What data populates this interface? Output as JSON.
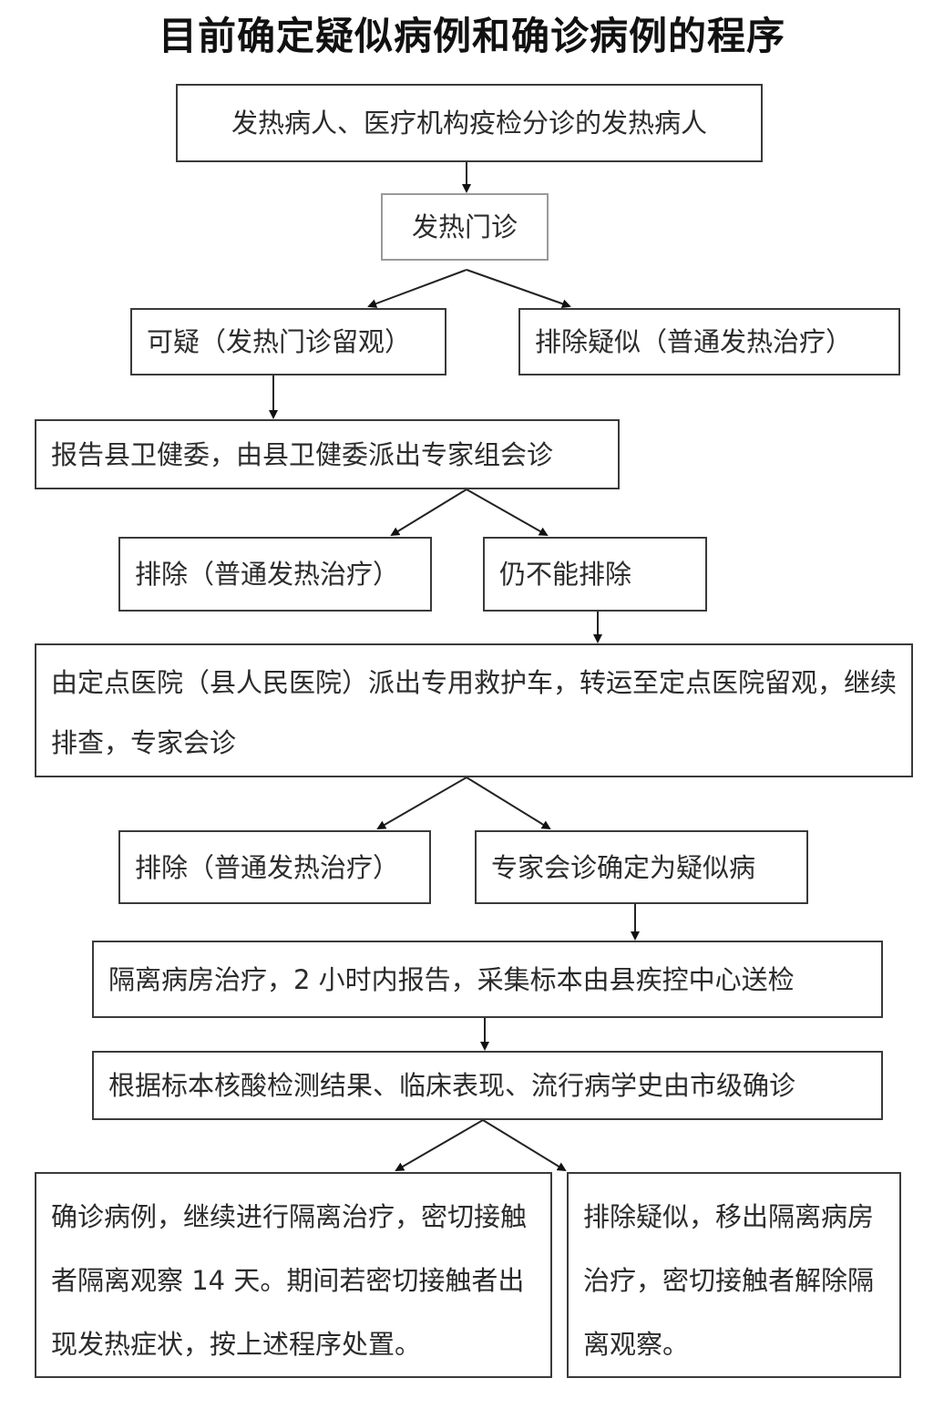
{
  "title": "目前确定疑似病例和确诊病例的程序",
  "nodes": {
    "fever_patients": "发热病人、医疗机构疫检分诊的发热病人",
    "fever_clinic": "发热门诊",
    "suspicious": "可疑（发热门诊留观）",
    "exclude_suspected_1": "排除疑似（普通发热治疗）",
    "report_county": "报告县卫健委，由县卫健委派出专家组会诊",
    "exclude_2": "排除（普通发热治疗）",
    "cannot_exclude": "仍不能排除",
    "transfer": "由定点医院（县人民医院）派出专用救护车，转运至定点医院留观，继续排查，专家会诊",
    "exclude_3": "排除（普通发热治疗）",
    "expert_confirm_suspected": "专家会诊确定为疑似病",
    "isolation_ward": "隔离病房治疗，2 小时内报告，采集标本由县疾控中心送检",
    "city_confirm": "根据标本核酸检测结果、临床表现、流行病学史由市级确诊",
    "confirmed_case": "确诊病例，继续进行隔离治疗，密切接触者隔离观察 14 天。期间若密切接触者出现发热症状，按上述程序处置。",
    "exclude_suspected_final": "排除疑似，移出隔离病房治疗，密切接触者解除隔离观察。"
  }
}
